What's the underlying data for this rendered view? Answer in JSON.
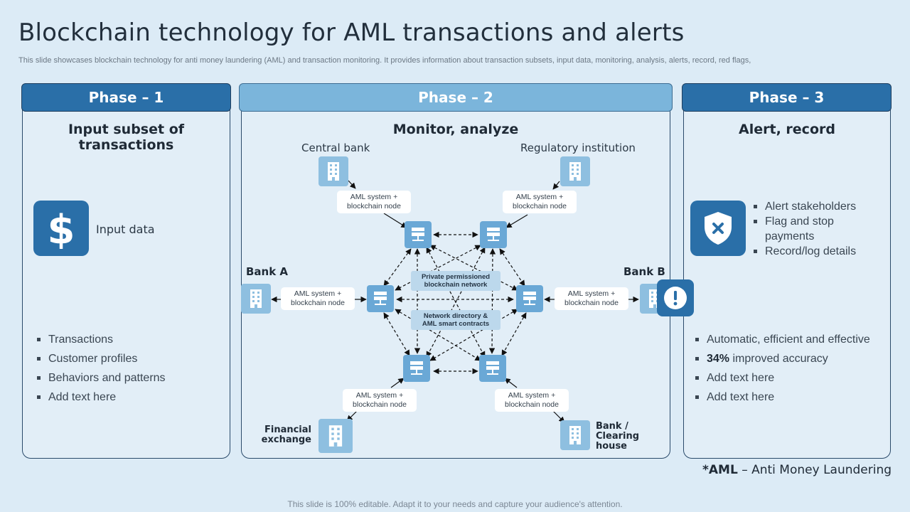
{
  "title": "Blockchain technology for AML transactions and alerts",
  "subtitle": "This slide showcases blockchain technology for anti money laundering (AML)  and transaction monitoring. It provides information about transaction subsets, input data, monitoring, analysis, alerts, record, red flags,",
  "footer": "This slide is 100% editable. Adapt it to your needs and capture your audience's attention.",
  "phase1": {
    "header": "Phase – 1",
    "title_line1": "Input subset of",
    "title_line2": "transactions",
    "icon_label": "Input  data",
    "bullets": [
      "Transactions",
      "Customer profiles",
      "Behaviors and patterns",
      "Add text here"
    ]
  },
  "phase2": {
    "header": "Phase – 2",
    "title": "Monitor, analyze",
    "central_bank": "Central bank",
    "regulatory": "Regulatory institution",
    "bank_a": "Bank A",
    "bank_b": "Bank B",
    "financial_line1": "Financial",
    "financial_line2": "exchange",
    "clearing_line1": "Bank /",
    "clearing_line2": "Clearing",
    "clearing_line3": "house",
    "aml_line1": "AML system +",
    "aml_line2": "blockchain node",
    "private_line1": "Private permissioned",
    "private_line2": "blockchain  network",
    "directory_line1": "Network directory  &",
    "directory_line2": "AML smart  contracts"
  },
  "phase3": {
    "header": "Phase – 3",
    "title": "Alert, record",
    "top_bullets": [
      "Alert stakeholders",
      "Flag and stop payments",
      "Record/log details"
    ],
    "bottom_bullets": [
      {
        "bold": "",
        "text": "Automatic, efficient and effective"
      },
      {
        "bold": "34%",
        "text": " improved accuracy"
      },
      {
        "bold": "",
        "text": "Add text here"
      },
      {
        "bold": "",
        "text": "Add text here"
      }
    ]
  },
  "note": {
    "bold": "*AML",
    "text": " – Anti Money Laundering"
  },
  "colors": {
    "dark_blue": "#2a6fa8",
    "light_blue": "#7bb5db",
    "node_blue": "#8ebfe0",
    "background": "#dcebf6"
  },
  "icons": [
    "dollar-icon",
    "shield-x-icon",
    "alert-exclamation-icon",
    "building-icon",
    "server-node-icon"
  ]
}
